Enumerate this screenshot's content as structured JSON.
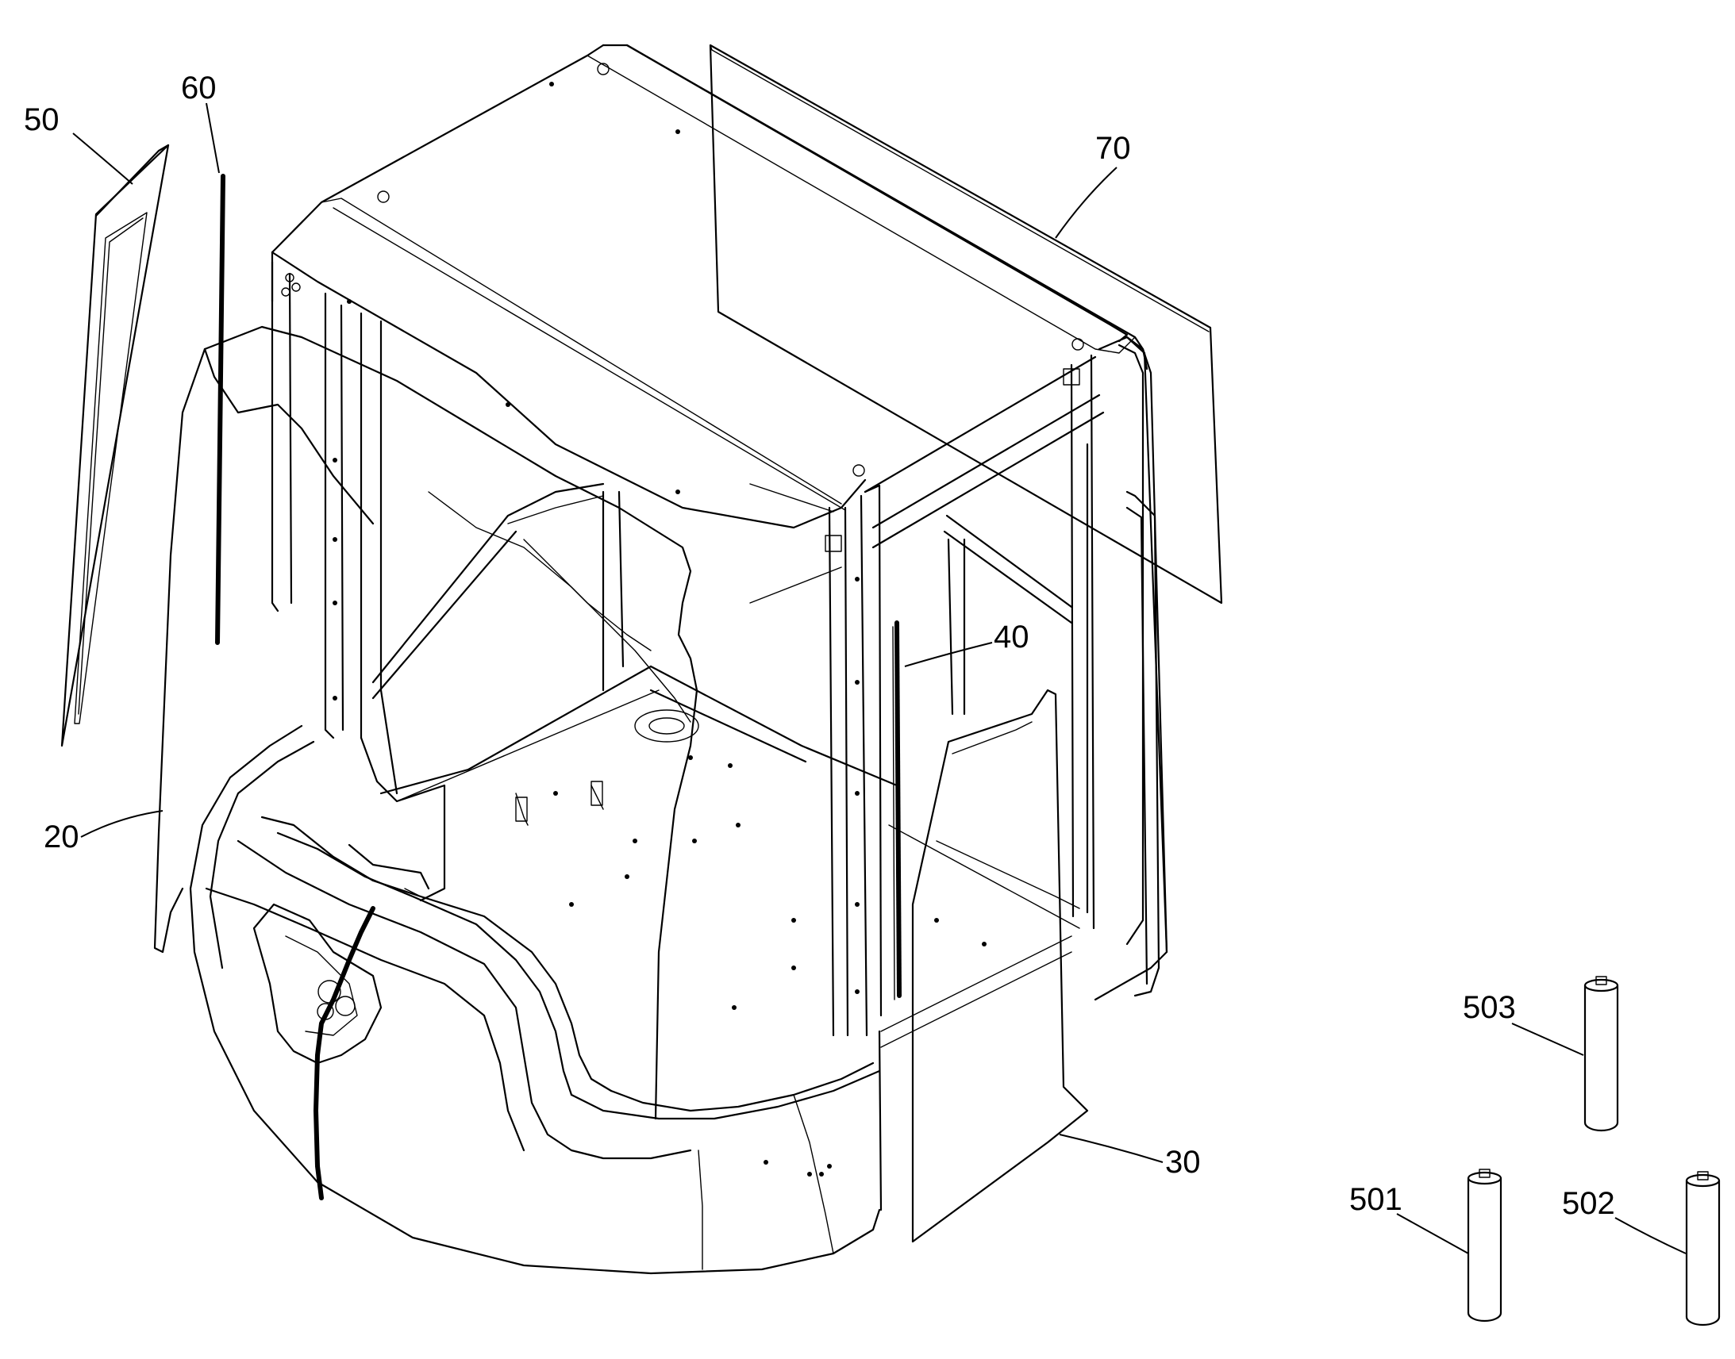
{
  "labels": {
    "l50": "50",
    "l60": "60",
    "l70": "70",
    "l40": "40",
    "l20": "20",
    "l30": "30",
    "l503": "503",
    "l501": "501",
    "l502": "502"
  }
}
